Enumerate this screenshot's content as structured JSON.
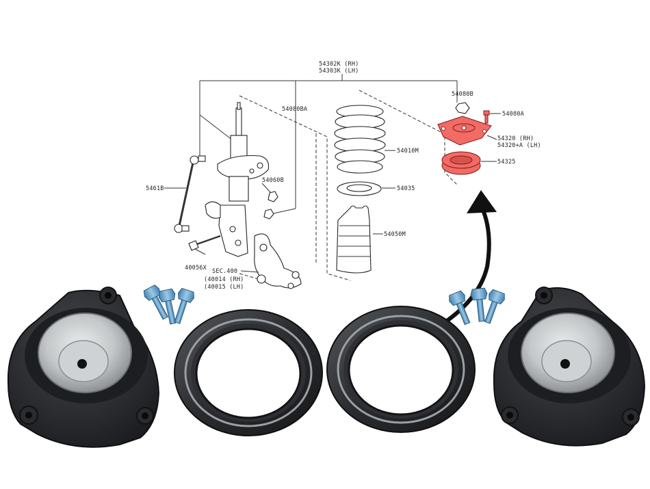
{
  "diagram": {
    "labels": {
      "assembly_rh": "54302K (RH)",
      "assembly_lh": "54303K (LH)",
      "nut_top": "54080B",
      "bolt_top": "54080A",
      "mount_rh": "54320 (RH)",
      "mount_lh": "54320+A (LH)",
      "bearing": "54325",
      "strut_lower_nut": "54080BA",
      "spring": "54010M",
      "spring_seat": "54035",
      "bump_boot": "54050M",
      "stabilizer_link": "5461B",
      "link_nut": "54060B",
      "knuckle_bolt": "40056X",
      "sec_ref": "SEC.400",
      "knuckle_rh": "(40014 (RH)",
      "knuckle_lh": "(40015 (LH)"
    },
    "highlight_color": "#f26b64"
  },
  "photo": {
    "rubber_color": "#2b2c2f",
    "metal_color": "#c9ccce",
    "bolt_color": "#6aa7cf"
  }
}
